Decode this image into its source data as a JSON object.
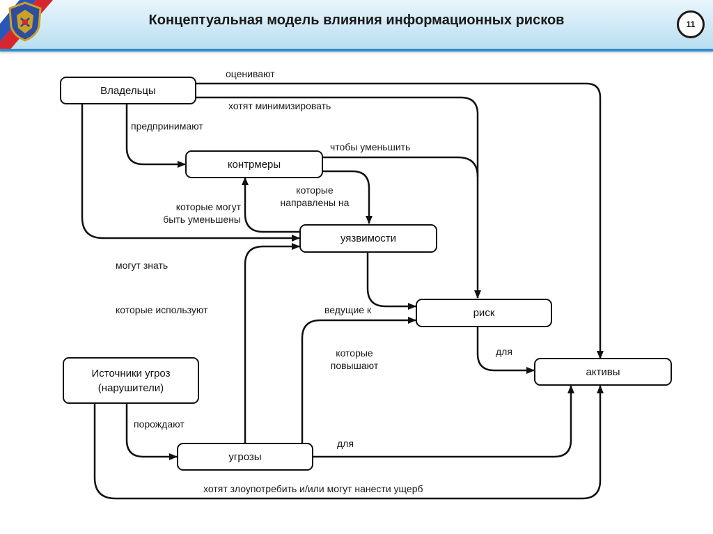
{
  "slide": {
    "title": "Концептуальная модель влияния информационных рисков",
    "page_number": "11"
  },
  "nodes": {
    "owners": "Владельцы",
    "countermeasures": "контрмеры",
    "vulnerabilities": "уязвимости",
    "risk": "риск",
    "assets": "активы",
    "threat_sources": "Источники угроз\n(нарушители)",
    "threats": "угрозы"
  },
  "labels": {
    "evaluate": "оценивают",
    "want_minimize": "хотят минимизировать",
    "undertake": "предпринимают",
    "to_reduce": "чтобы уменьшить",
    "directed_at": "которые\nнаправлены на",
    "can_be_reduced": "которые могут\nбыть уменьшены",
    "may_know": "могут знать",
    "which_use": "которые используют",
    "leading_to": "ведущие к",
    "which_increase": "которые\nповышают",
    "for_risk": "для",
    "generate": "порождают",
    "for_threats": "для",
    "want_abuse": "хотят злоупотребить и/или могут нанести ущерб"
  },
  "colors": {
    "header_border": "#2d8fcf",
    "line": "#111111"
  }
}
